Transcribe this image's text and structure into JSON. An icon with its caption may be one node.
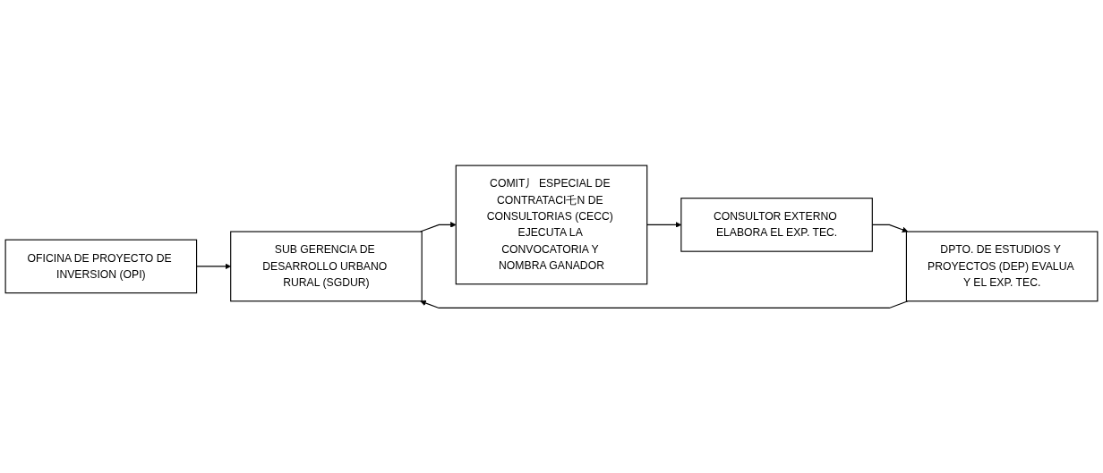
{
  "diagram": {
    "nodes": [
      {
        "text": [
          "OFICINA DE PROYECTO DE INVERSION (OPI)"
        ]
      },
      {
        "text": [
          "SUB GERENCIA DE DESARROLLO URBANO RURAL (SGDUR)"
        ]
      },
      {
        "text": [
          "COMIT丿 ESPECIAL DE CONTRATACI乇N DE CONSULTORIAS (CECC) EJECUTA LA CONVOCATORIA Y NOMBRA GANADOR"
        ]
      },
      {
        "text": [
          "DPTO. DE ESTUDIOS Y PROYECTOS (DEP) EVALUA Y EL EXP. TEC."
        ]
      },
      {
        "text": [
          "CONSULTOR EXTERNO ELABORA EL EXP. TEC."
        ]
      }
    ],
    "edges": [
      {
        "from": 0,
        "to": 1,
        "arrow": "to"
      },
      {
        "from": 1,
        "to": 2,
        "arrow": "to"
      },
      {
        "from": 2,
        "to": 4,
        "arrow": "to"
      },
      {
        "from": 4,
        "to": 3,
        "arrow": "to"
      },
      {
        "from": 3,
        "to": 1,
        "arrow": "to"
      }
    ]
  }
}
